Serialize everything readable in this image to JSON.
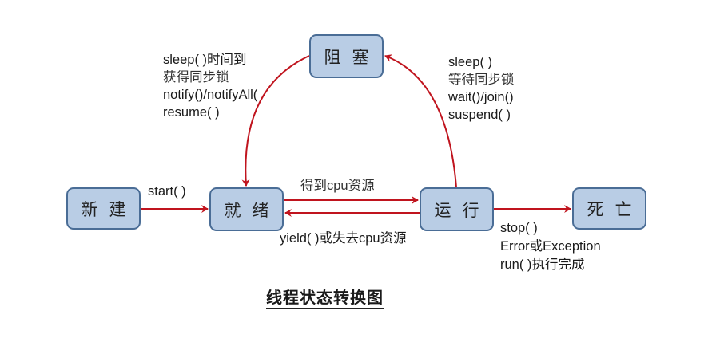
{
  "diagram": {
    "title": "线程状态转换图",
    "states": {
      "new": "新建",
      "ready": "就绪",
      "blocked": "阻塞",
      "running": "运行",
      "dead": "死亡"
    },
    "transitions": {
      "new_to_ready": "start( )",
      "ready_to_running": "得到cpu资源",
      "running_to_ready": "yield( )或失去cpu资源",
      "blocked_to_ready": [
        "sleep( )时间到",
        "获得同步锁",
        "notify()/notifyAll(",
        "resume( )"
      ],
      "running_to_blocked": [
        "sleep( )",
        "等待同步锁",
        "wait()/join()",
        "suspend( )"
      ],
      "running_to_dead": [
        "stop( )",
        "Error或Exception",
        "run( )执行完成"
      ]
    },
    "colors": {
      "box_fill": "#b9cde5",
      "box_border": "#4a6d96",
      "arrow": "#c0141e"
    }
  }
}
